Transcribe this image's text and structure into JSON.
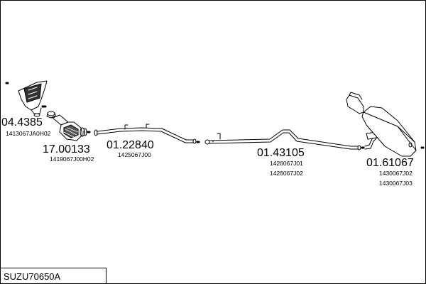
{
  "title": "SUZU70650A",
  "parts": [
    {
      "number": "04.4385",
      "refs": [
        "1413067JA0H02"
      ]
    },
    {
      "number": "17.00133",
      "refs": [
        "1419067J00H02"
      ]
    },
    {
      "number": "01.22840",
      "refs": [
        "1425067J00"
      ]
    },
    {
      "number": "01.43105",
      "refs": [
        "1426067J01",
        "1426067J02"
      ]
    },
    {
      "number": "01.61067",
      "refs": [
        "1430067J02",
        "1430067J03"
      ]
    }
  ]
}
